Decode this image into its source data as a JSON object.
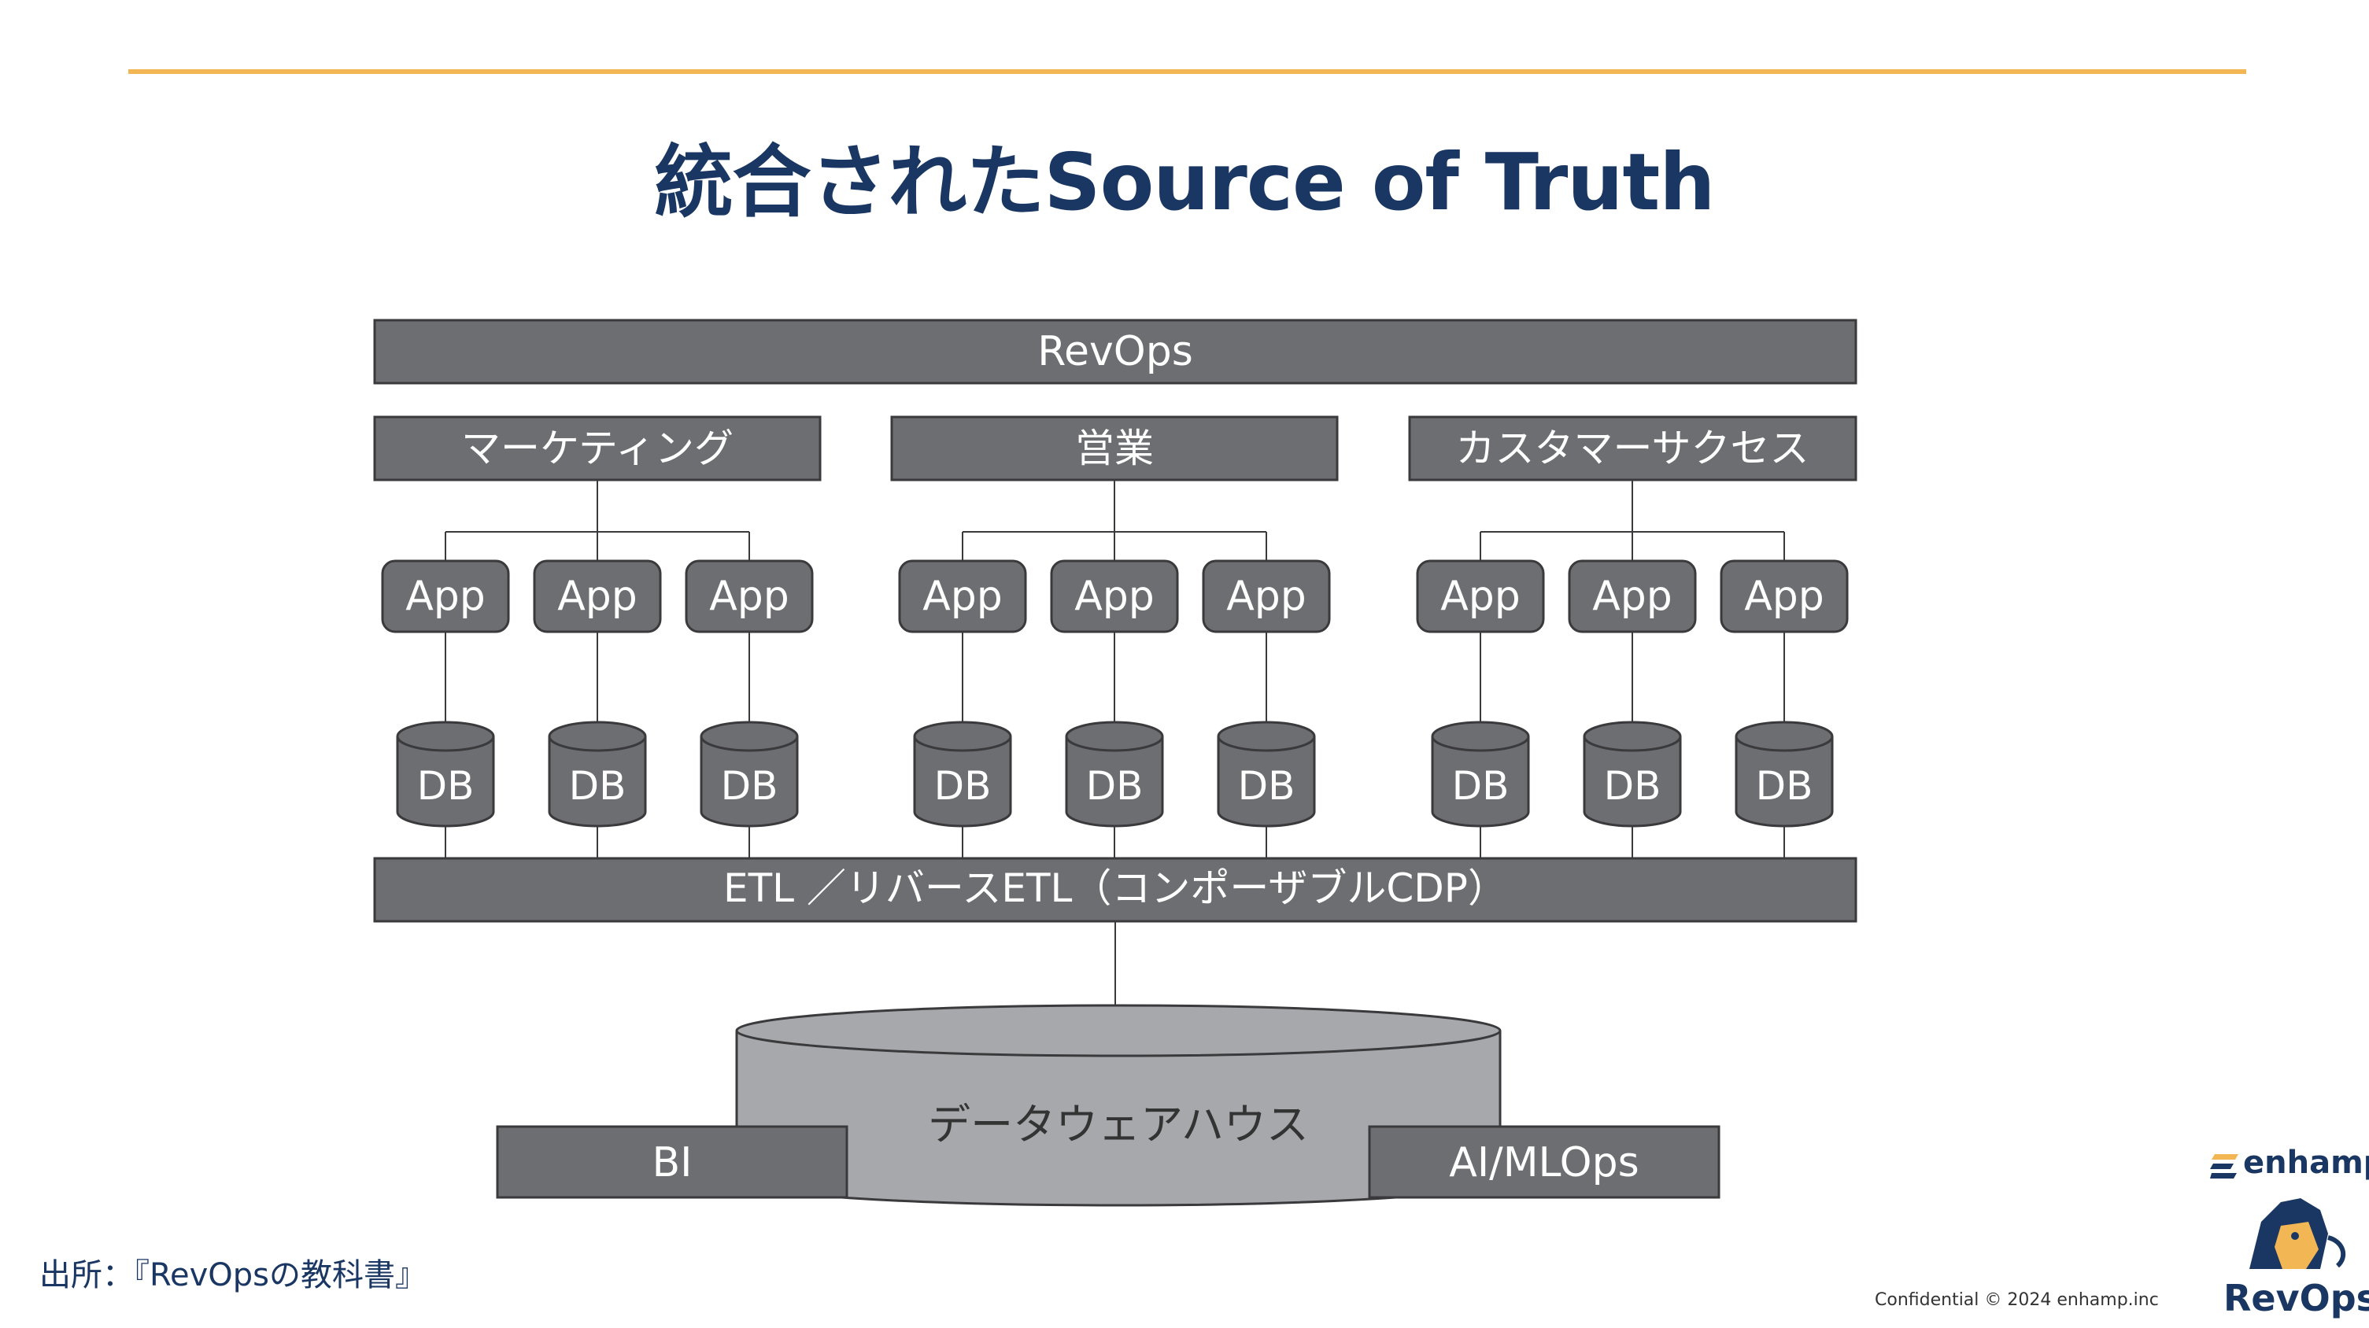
{
  "slide": {
    "title": "統合されたSource of Truth",
    "source": "出所：『RevOpsの教科書』",
    "confidential": "Confidential © 2024 enhamp.inc"
  },
  "logo": {
    "brand": "enhamp",
    "product": "RevOps",
    "mark_icon": "enhamp-e-icon",
    "mascot_icon": "lion-mascot-icon"
  },
  "colors": {
    "accent_rule": "#f2b654",
    "title": "#1a3763",
    "bar_fill": "#6d6e72",
    "warehouse_fill": "#a7a8ab",
    "stroke": "#3a3a3c"
  },
  "diagram": {
    "top_bar": "RevOps",
    "departments": [
      {
        "label": "マーケティング",
        "apps": [
          "App",
          "App",
          "App"
        ],
        "dbs": [
          "DB",
          "DB",
          "DB"
        ]
      },
      {
        "label": "営業",
        "apps": [
          "App",
          "App",
          "App"
        ],
        "dbs": [
          "DB",
          "DB",
          "DB"
        ]
      },
      {
        "label": "カスタマーサクセス",
        "apps": [
          "App",
          "App",
          "App"
        ],
        "dbs": [
          "DB",
          "DB",
          "DB"
        ]
      }
    ],
    "etl_bar": "ETL ／リバースETL（コンポーザブルCDP）",
    "warehouse": "データウェアハウス",
    "bi": "BI",
    "aiml": "AI/MLOps"
  }
}
